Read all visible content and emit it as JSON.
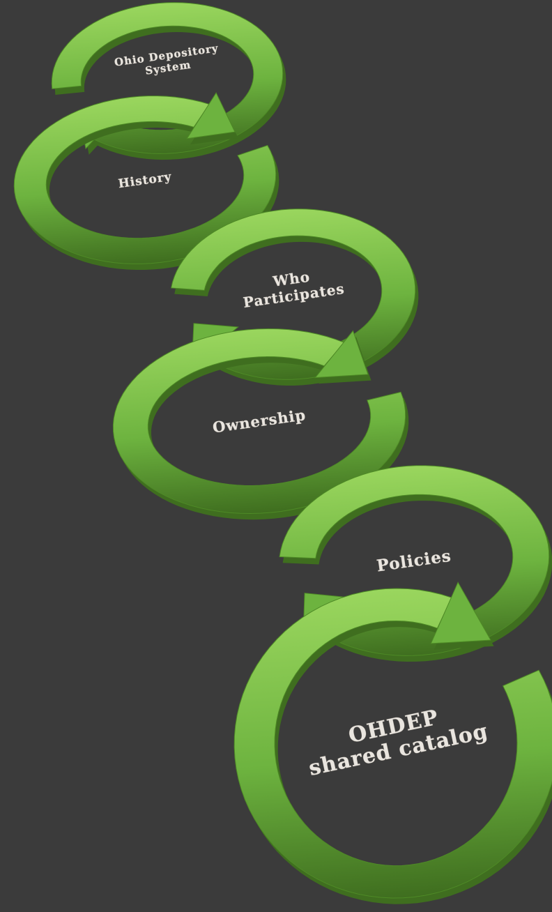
{
  "diagram": {
    "type": "cycle-flow",
    "background_color": "#3b3b3b",
    "arrow_color": "#6db33f",
    "arrow_highlight": "#9ad65e",
    "arrow_shadow": "#3f6e1f",
    "text_color": "#e9e5df",
    "steps": [
      {
        "id": "ohio-depository-system",
        "lines": [
          "Ohio Depository",
          "System"
        ]
      },
      {
        "id": "history",
        "lines": [
          "History"
        ]
      },
      {
        "id": "who-participates",
        "lines": [
          "Who",
          "Participates"
        ]
      },
      {
        "id": "ownership",
        "lines": [
          "Ownership"
        ]
      },
      {
        "id": "policies",
        "lines": [
          "Policies"
        ]
      },
      {
        "id": "ohdep-shared-catalog",
        "lines": [
          "OHDEP",
          "shared catalog"
        ]
      }
    ]
  }
}
